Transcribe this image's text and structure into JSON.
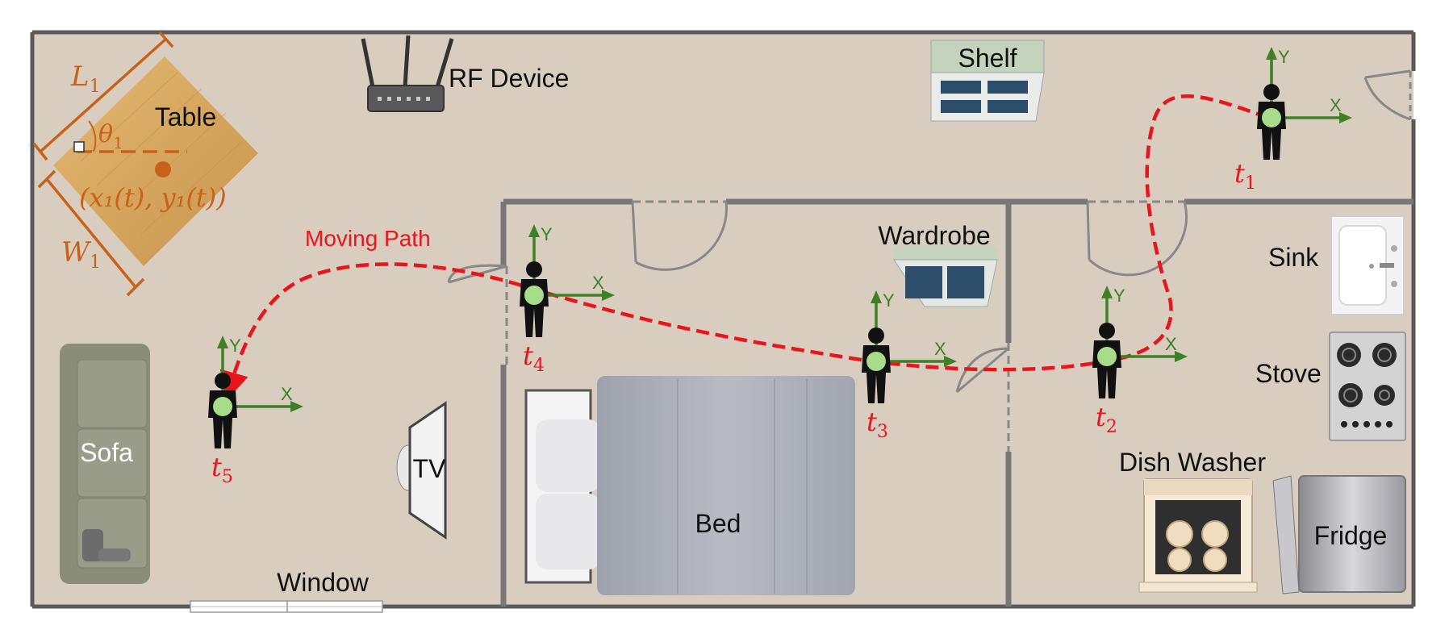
{
  "labels": {
    "rf_device": "RF Device",
    "table": "Table",
    "shelf": "Shelf",
    "wardrobe": "Wardrobe",
    "sink": "Sink",
    "stove": "Stove",
    "dish_washer": "Dish Washer",
    "fridge": "Fridge",
    "bed": "Bed",
    "sofa": "Sofa",
    "tv": "TV",
    "window": "Window",
    "moving_path": "Moving Path"
  },
  "table_annotation": {
    "length": "L",
    "length_sub": "1",
    "angle": "θ",
    "angle_sub": "1",
    "width": "W",
    "width_sub": "1",
    "position": "(x₁(t), y₁(t))"
  },
  "axis_labels": {
    "x": "X",
    "y": "Y"
  },
  "time_labels": [
    {
      "base": "t",
      "sub": "1"
    },
    {
      "base": "t",
      "sub": "2"
    },
    {
      "base": "t",
      "sub": "3"
    },
    {
      "base": "t",
      "sub": "4"
    },
    {
      "base": "t",
      "sub": "5"
    }
  ],
  "colors": {
    "floor": "#d8cdbf",
    "wall": "#555555",
    "path": "#e8161b",
    "axis": "#3f7f25",
    "table_annotation": "#c8621a",
    "person": "#111111",
    "person_center": "#a9dc8a"
  }
}
